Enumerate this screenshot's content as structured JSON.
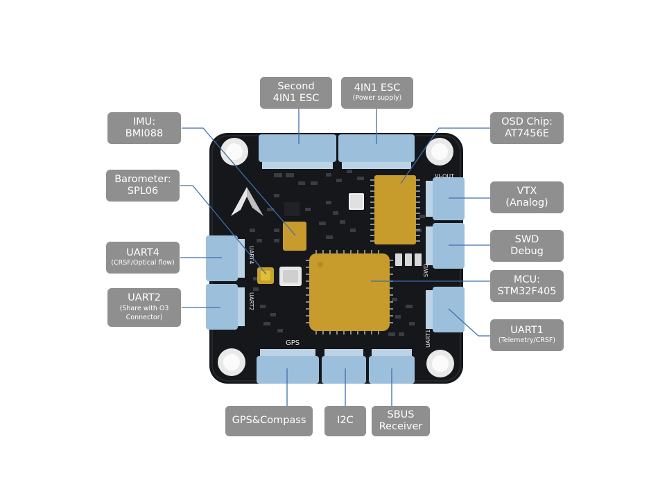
{
  "board": {
    "silkscreen": {
      "vi_out": "VI-OUT",
      "swd": "SWD",
      "uart1": "UART1",
      "uart2": "UART2",
      "uart4": "UART4",
      "gps": "GPS"
    }
  },
  "labels": {
    "second_esc": {
      "line1": "Second",
      "line2": "4IN1 ESC"
    },
    "esc_power": {
      "line1": "4IN1 ESC",
      "sub": "(Power supply)"
    },
    "imu": {
      "line1": "IMU:",
      "line2": "BMI088"
    },
    "barometer": {
      "line1": "Barometer:",
      "line2": "SPL06"
    },
    "uart4": {
      "line1": "UART4",
      "sub": "(CRSF/Optical flow)"
    },
    "uart2": {
      "line1": "UART2",
      "sub1": "(Share with O3",
      "sub2": "Connector)"
    },
    "osd": {
      "line1": "OSD Chip:",
      "line2": "AT7456E"
    },
    "vtx": {
      "line1": "VTX",
      "line2": "(Analog)"
    },
    "swd": {
      "line1": "SWD",
      "line2": "Debug"
    },
    "mcu": {
      "line1": "MCU:",
      "line2": "STM32F405"
    },
    "uart1": {
      "line1": "UART1",
      "sub": "(Telemetry/CRSF)"
    },
    "gps_compass": {
      "line1": "GPS&Compass"
    },
    "i2c": {
      "line1": "I2C"
    },
    "sbus": {
      "line1": "SBUS",
      "line2": "Receiver"
    }
  },
  "colors": {
    "label_bg": "#8f8f8f",
    "label_text": "#ffffff",
    "pcb": "#15171b",
    "connector": "#9cc0dc",
    "chip_gold": "#c79b2c",
    "leader_line": "#3f6ea8"
  }
}
